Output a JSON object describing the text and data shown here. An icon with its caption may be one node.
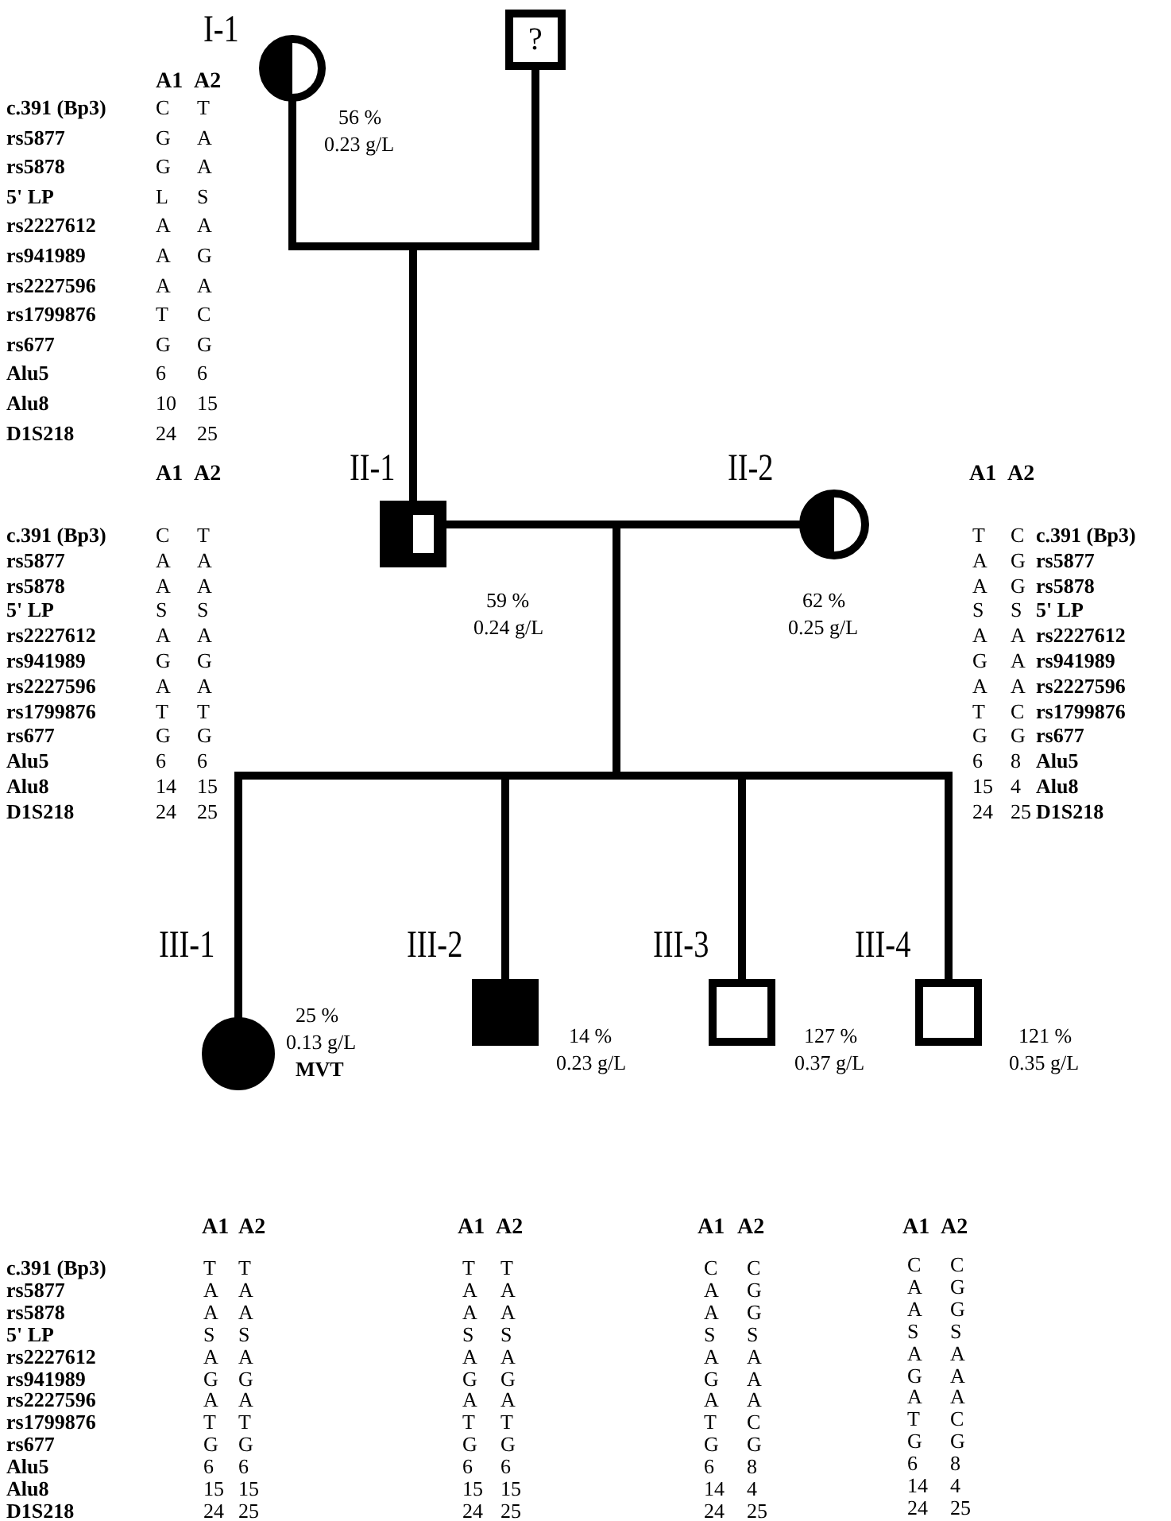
{
  "diagram": {
    "nodes": [
      {
        "text": [],
        "shape": "circle",
        "beside": [
          "I-1",
          "56 %",
          "0.23 g/L"
        ]
      },
      {
        "text": [
          "?"
        ]
      },
      {
        "text": [],
        "shape": "box",
        "beside": [
          "II-1",
          "59 %",
          "0.24 g/L"
        ]
      },
      {
        "text": [],
        "shape": "circle",
        "beside": [
          "II-2",
          "62 %",
          "0.25 g/L"
        ]
      },
      {
        "text": [],
        "shape": "circle",
        "beside": [
          "III-1",
          "25 %",
          "0.13 g/L",
          "MVT"
        ]
      },
      {
        "text": [],
        "shape": "box",
        "beside": [
          "III-2",
          "14 %",
          "0.23 g/L"
        ]
      },
      {
        "text": [],
        "shape": "box",
        "beside": [
          "III-3",
          "127 %",
          "0.37 g/L"
        ]
      },
      {
        "text": [],
        "shape": "box",
        "beside": [
          "III-4",
          "121 %",
          "0.35 g/L"
        ]
      }
    ],
    "edges": [
      {
        "from": 0,
        "to": 1,
        "arrow": "none"
      },
      {
        "from": 0,
        "to": 2,
        "arrow": "none"
      },
      {
        "from": 1,
        "to": 2,
        "arrow": "none"
      },
      {
        "from": 2,
        "to": 3,
        "arrow": "none"
      },
      {
        "from": 2,
        "to": 4,
        "arrow": "none"
      },
      {
        "from": 2,
        "to": 5,
        "arrow": "none"
      },
      {
        "from": 2,
        "to": 6,
        "arrow": "none"
      },
      {
        "from": 2,
        "to": 7,
        "arrow": "none"
      },
      {
        "from": 3,
        "to": 4,
        "arrow": "none"
      },
      {
        "from": 3,
        "to": 5,
        "arrow": "none"
      },
      {
        "from": 3,
        "to": 6,
        "arrow": "none"
      },
      {
        "from": 3,
        "to": 7,
        "arrow": "none"
      }
    ],
    "labels": [
      "A1",
      "A2",
      "c.391 (Bp3)",
      "C",
      "T",
      "rs5877",
      "G",
      "A",
      "rs5878",
      "G",
      "A",
      "5' LP",
      "L",
      "S",
      "rs2227612",
      "A",
      "A",
      "rs941989",
      "A",
      "G",
      "rs2227596",
      "A",
      "A",
      "rs1799876",
      "T",
      "C",
      "rs677",
      "G",
      "G",
      "Alu5",
      "6",
      "6",
      "Alu8",
      "10",
      "15",
      "D1S218",
      "24",
      "25",
      "A1",
      "A2",
      "c.391 (Bp3)",
      "C",
      "T",
      "rs5877",
      "A",
      "A",
      "rs5878",
      "A",
      "A",
      "5' LP",
      "S",
      "S",
      "rs2227612",
      "A",
      "A",
      "rs941989",
      "G",
      "G",
      "rs2227596",
      "A",
      "A",
      "rs1799876",
      "T",
      "T",
      "rs677",
      "G",
      "G",
      "Alu5",
      "6",
      "6",
      "Alu8",
      "14",
      "15",
      "D1S218",
      "24",
      "25",
      "A1",
      "A2",
      "T",
      "C",
      "c.391 (Bp3)",
      "A",
      "G",
      "rs5877",
      "A",
      "G",
      "rs5878",
      "S",
      "S",
      "5' LP",
      "A",
      "A",
      "rs2227612",
      "G",
      "A",
      "rs941989",
      "A",
      "A",
      "rs2227596",
      "T",
      "C",
      "rs1799876",
      "G",
      "G",
      "rs677",
      "6",
      "8",
      "Alu5",
      "15",
      "4",
      "Alu8",
      "24",
      "25",
      "D1S218",
      "A1",
      "A2",
      "c.391 (Bp3)",
      "T",
      "T",
      "rs5877",
      "A",
      "A",
      "rs5878",
      "A",
      "A",
      "5' LP",
      "S",
      "S",
      "rs2227612",
      "A",
      "A",
      "rs941989",
      "G",
      "G",
      "rs2227596",
      "A",
      "A",
      "rs1799876",
      "T",
      "T",
      "rs677",
      "G",
      "G",
      "Alu5",
      "6",
      "6",
      "Alu8",
      "15",
      "15",
      "D1S218",
      "24",
      "25",
      "A1",
      "A2",
      "T",
      "T",
      "A",
      "A",
      "A",
      "A",
      "S",
      "S",
      "A",
      "A",
      "G",
      "G",
      "A",
      "A",
      "T",
      "T",
      "G",
      "G",
      "6",
      "6",
      "15",
      "15",
      "24",
      "25",
      "A1",
      "A2",
      "C",
      "C",
      "A",
      "G",
      "A",
      "G",
      "S",
      "S",
      "A",
      "A",
      "G",
      "A",
      "A",
      "A",
      "T",
      "C",
      "G",
      "G",
      "6",
      "8",
      "14",
      "4",
      "24",
      "25",
      "A1",
      "A2",
      "C",
      "C",
      "A",
      "G",
      "A",
      "G",
      "S",
      "S",
      "A",
      "A",
      "G",
      "A",
      "A",
      "A",
      "T",
      "C",
      "G",
      "G",
      "6",
      "8",
      "14",
      "4",
      "24",
      "25"
    ]
  }
}
